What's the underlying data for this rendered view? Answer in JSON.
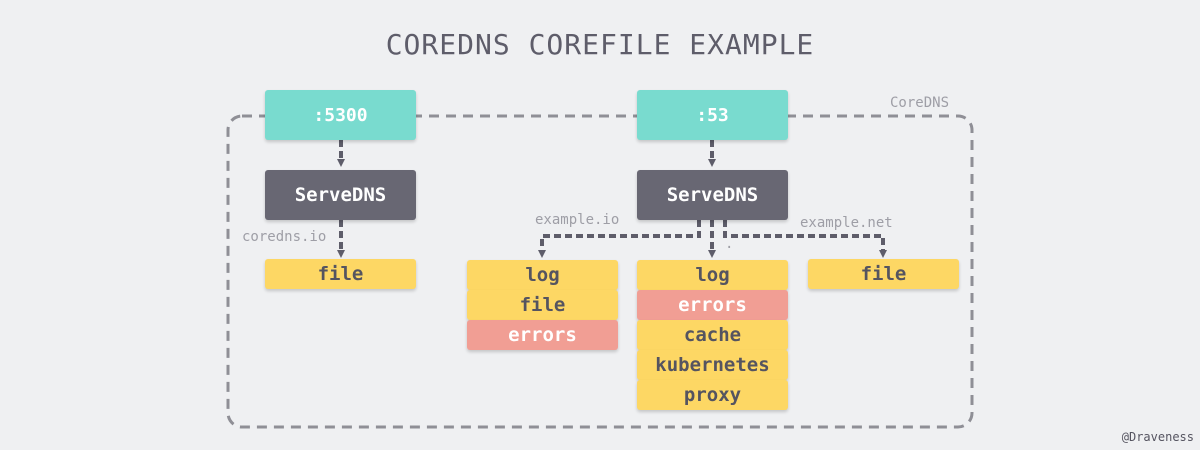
{
  "title": "COREDNS COREFILE EXAMPLE",
  "container_label": "CoreDNS",
  "credit": "@Draveness",
  "left": {
    "port": ":5300",
    "server": "ServeDNS",
    "zone_label": "coredns.io",
    "plugins": [
      "file"
    ]
  },
  "right": {
    "port": ":53",
    "server": "ServeDNS",
    "zone_left_label": "example.io",
    "zone_mid_label": ".",
    "zone_right_label": "example.net",
    "plugins_left": [
      "log",
      "file",
      "errors"
    ],
    "plugins_mid": [
      "log",
      "errors",
      "cache",
      "kubernetes",
      "proxy"
    ],
    "plugins_right": [
      "file"
    ]
  },
  "colors": {
    "port": "#79dbcf",
    "server": "#686773",
    "plugin": "#fdd764",
    "plugin_error": "#f19e94",
    "line": "#8f8f96",
    "arrow": "#5e5d6a"
  }
}
